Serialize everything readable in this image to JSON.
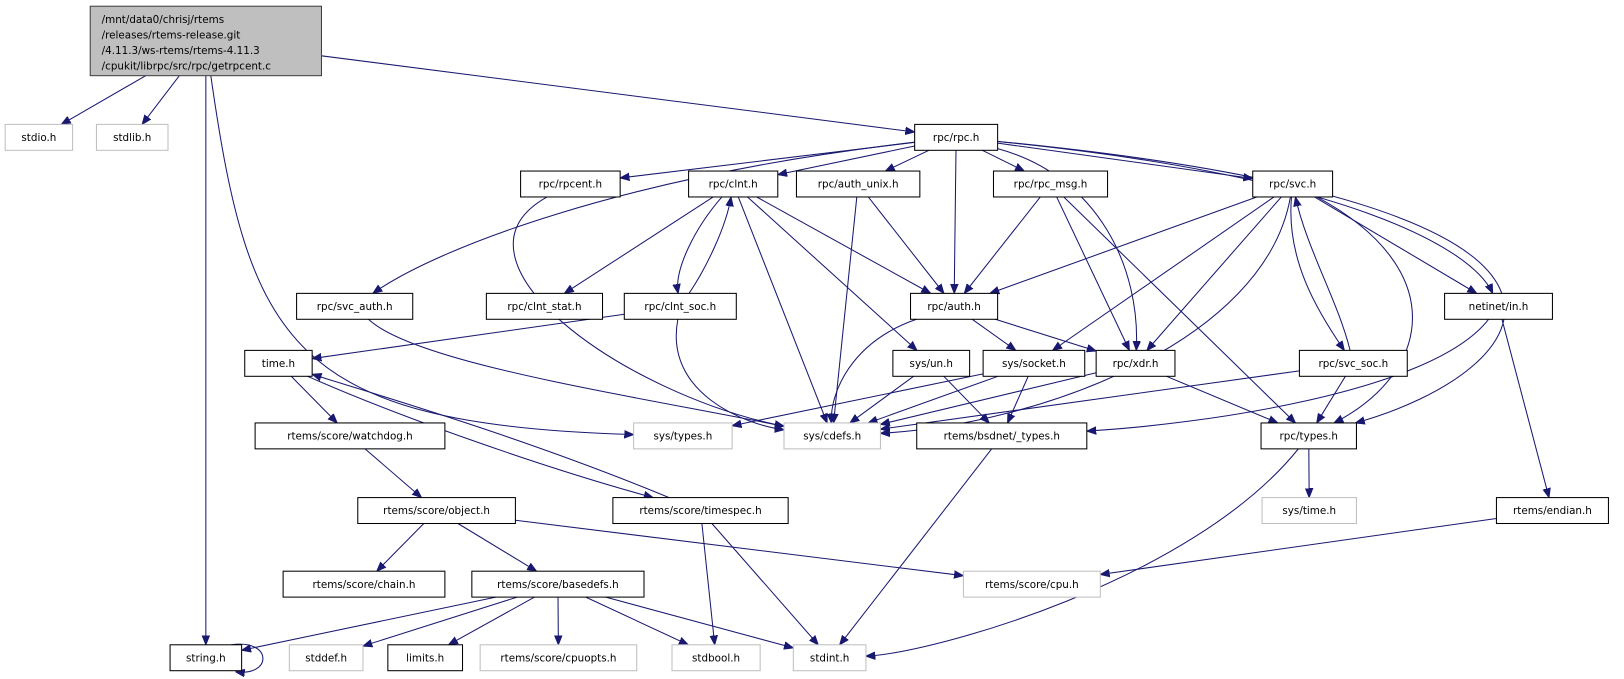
{
  "graph": {
    "edge_color": "#191970",
    "node_colors": {
      "main_fill": "#bfbfbf",
      "main_border": "#404040",
      "normal_border": "#000000",
      "external_border": "#bfbfbf"
    },
    "nodes": [
      {
        "id": "main",
        "label": "/mnt/data0/chrisj/rtems\n/releases/rtems-release.git\n/4.11.3/ws-rtems/rtems-4.11.3\n/cpukit/librpc/src/rpc/getrpcent.c",
        "kind": "main"
      },
      {
        "id": "stdio",
        "label": "stdio.h",
        "kind": "external"
      },
      {
        "id": "stdlib",
        "label": "stdlib.h",
        "kind": "external"
      },
      {
        "id": "rpc",
        "label": "rpc/rpc.h",
        "kind": "normal"
      },
      {
        "id": "rpcent",
        "label": "rpc/rpcent.h",
        "kind": "normal"
      },
      {
        "id": "clnt",
        "label": "rpc/clnt.h",
        "kind": "normal"
      },
      {
        "id": "auth_unix",
        "label": "rpc/auth_unix.h",
        "kind": "normal"
      },
      {
        "id": "rpc_msg",
        "label": "rpc/rpc_msg.h",
        "kind": "normal"
      },
      {
        "id": "svc",
        "label": "rpc/svc.h",
        "kind": "normal"
      },
      {
        "id": "svc_auth",
        "label": "rpc/svc_auth.h",
        "kind": "normal"
      },
      {
        "id": "clnt_stat",
        "label": "rpc/clnt_stat.h",
        "kind": "normal"
      },
      {
        "id": "clnt_soc",
        "label": "rpc/clnt_soc.h",
        "kind": "normal"
      },
      {
        "id": "auth",
        "label": "rpc/auth.h",
        "kind": "normal"
      },
      {
        "id": "netinet_in",
        "label": "netinet/in.h",
        "kind": "normal"
      },
      {
        "id": "time",
        "label": "time.h",
        "kind": "normal"
      },
      {
        "id": "sys_un",
        "label": "sys/un.h",
        "kind": "normal"
      },
      {
        "id": "sys_socket",
        "label": "sys/socket.h",
        "kind": "normal"
      },
      {
        "id": "xdr",
        "label": "rpc/xdr.h",
        "kind": "normal"
      },
      {
        "id": "svc_soc",
        "label": "rpc/svc_soc.h",
        "kind": "normal"
      },
      {
        "id": "watchdog",
        "label": "rtems/score/watchdog.h",
        "kind": "normal"
      },
      {
        "id": "sys_types",
        "label": "sys/types.h",
        "kind": "external"
      },
      {
        "id": "sys_cdefs",
        "label": "sys/cdefs.h",
        "kind": "external"
      },
      {
        "id": "bsdnet_types",
        "label": "rtems/bsdnet/_types.h",
        "kind": "normal"
      },
      {
        "id": "rpc_types",
        "label": "rpc/types.h",
        "kind": "normal"
      },
      {
        "id": "object",
        "label": "rtems/score/object.h",
        "kind": "normal"
      },
      {
        "id": "timespec",
        "label": "rtems/score/timespec.h",
        "kind": "normal"
      },
      {
        "id": "sys_time",
        "label": "sys/time.h",
        "kind": "external"
      },
      {
        "id": "endian",
        "label": "rtems/endian.h",
        "kind": "normal"
      },
      {
        "id": "chain",
        "label": "rtems/score/chain.h",
        "kind": "normal"
      },
      {
        "id": "basedefs",
        "label": "rtems/score/basedefs.h",
        "kind": "normal"
      },
      {
        "id": "cpu",
        "label": "rtems/score/cpu.h",
        "kind": "external"
      },
      {
        "id": "string",
        "label": "string.h",
        "kind": "normal"
      },
      {
        "id": "stddef",
        "label": "stddef.h",
        "kind": "external"
      },
      {
        "id": "limits",
        "label": "limits.h",
        "kind": "normal"
      },
      {
        "id": "cpuopts",
        "label": "rtems/score/cpuopts.h",
        "kind": "external"
      },
      {
        "id": "stdbool",
        "label": "stdbool.h",
        "kind": "external"
      },
      {
        "id": "stdint",
        "label": "stdint.h",
        "kind": "external"
      }
    ],
    "edges": [
      [
        "main",
        "stdio"
      ],
      [
        "main",
        "stdlib"
      ],
      [
        "main",
        "string"
      ],
      [
        "main",
        "sys_types"
      ],
      [
        "main",
        "rpc"
      ],
      [
        "rpc",
        "svc_auth"
      ],
      [
        "rpc",
        "rpcent"
      ],
      [
        "rpc",
        "clnt"
      ],
      [
        "rpc",
        "auth_unix"
      ],
      [
        "rpc",
        "auth"
      ],
      [
        "rpc",
        "rpc_msg"
      ],
      [
        "rpc",
        "xdr"
      ],
      [
        "rpc",
        "svc"
      ],
      [
        "rpc",
        "netinet_in"
      ],
      [
        "rpc",
        "rpc_types"
      ],
      [
        "rpcent",
        "sys_cdefs"
      ],
      [
        "clnt",
        "clnt_stat"
      ],
      [
        "clnt",
        "clnt_soc"
      ],
      [
        "clnt",
        "auth"
      ],
      [
        "clnt",
        "sys_cdefs"
      ],
      [
        "clnt",
        "sys_un"
      ],
      [
        "clnt_soc",
        "clnt"
      ],
      [
        "clnt_soc",
        "time"
      ],
      [
        "clnt_soc",
        "sys_cdefs"
      ],
      [
        "auth_unix",
        "auth"
      ],
      [
        "auth_unix",
        "sys_cdefs"
      ],
      [
        "rpc_msg",
        "auth"
      ],
      [
        "rpc_msg",
        "xdr"
      ],
      [
        "rpc_msg",
        "rpc_types"
      ],
      [
        "svc",
        "auth"
      ],
      [
        "svc",
        "sys_socket"
      ],
      [
        "svc",
        "xdr"
      ],
      [
        "svc",
        "sys_cdefs"
      ],
      [
        "svc",
        "svc_soc"
      ],
      [
        "svc",
        "rpc_types"
      ],
      [
        "svc",
        "netinet_in"
      ],
      [
        "svc_soc",
        "svc"
      ],
      [
        "svc_soc",
        "sys_cdefs"
      ],
      [
        "svc_soc",
        "rpc_types"
      ],
      [
        "svc_auth",
        "sys_cdefs"
      ],
      [
        "auth",
        "sys_cdefs"
      ],
      [
        "auth",
        "sys_socket"
      ],
      [
        "auth",
        "xdr"
      ],
      [
        "netinet_in",
        "bsdnet_types"
      ],
      [
        "netinet_in",
        "endian"
      ],
      [
        "sys_un",
        "sys_cdefs"
      ],
      [
        "sys_un",
        "bsdnet_types"
      ],
      [
        "sys_socket",
        "sys_types"
      ],
      [
        "sys_socket",
        "sys_cdefs"
      ],
      [
        "sys_socket",
        "bsdnet_types"
      ],
      [
        "xdr",
        "sys_cdefs"
      ],
      [
        "xdr",
        "rpc_types"
      ],
      [
        "time",
        "watchdog"
      ],
      [
        "time",
        "timespec"
      ],
      [
        "timespec",
        "time"
      ],
      [
        "timespec",
        "stdbool"
      ],
      [
        "timespec",
        "stdint"
      ],
      [
        "watchdog",
        "object"
      ],
      [
        "object",
        "chain"
      ],
      [
        "object",
        "basedefs"
      ],
      [
        "object",
        "cpu"
      ],
      [
        "basedefs",
        "string"
      ],
      [
        "basedefs",
        "stddef"
      ],
      [
        "basedefs",
        "limits"
      ],
      [
        "basedefs",
        "cpuopts"
      ],
      [
        "basedefs",
        "stdbool"
      ],
      [
        "basedefs",
        "stdint"
      ],
      [
        "bsdnet_types",
        "stdint"
      ],
      [
        "rpc_types",
        "sys_time"
      ],
      [
        "rpc_types",
        "stdint"
      ],
      [
        "endian",
        "cpu"
      ],
      [
        "string",
        "string"
      ]
    ]
  }
}
